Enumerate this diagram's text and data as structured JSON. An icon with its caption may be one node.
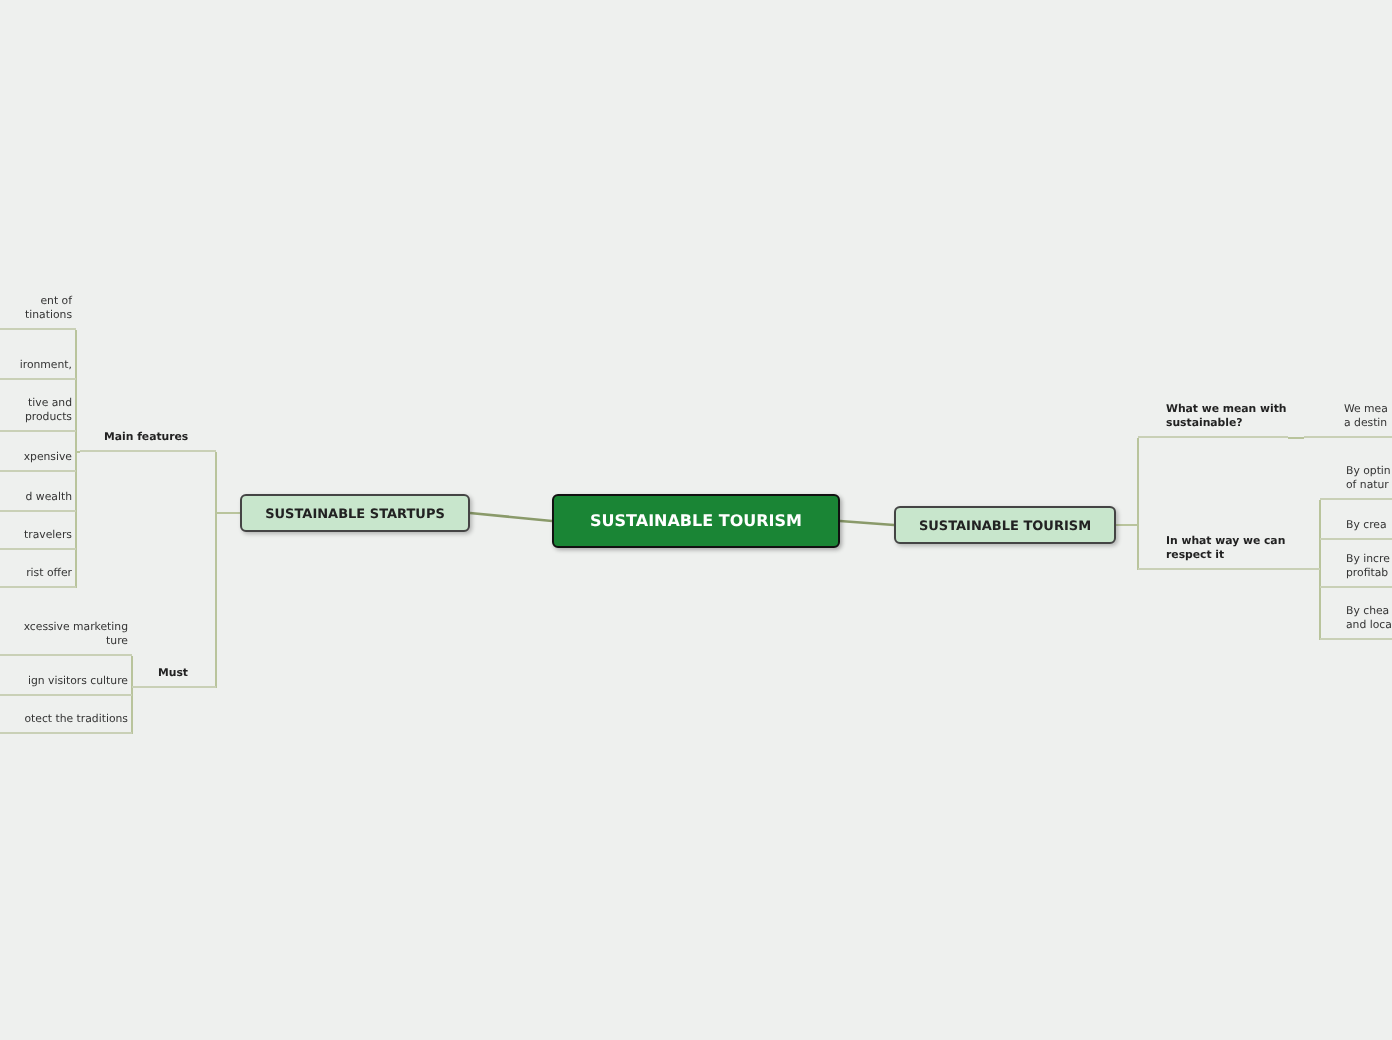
{
  "diagram": {
    "nodes": [
      {
        "text": [
          "SUSTAINABLE TOURISM"
        ]
      },
      {
        "text": [
          "SUSTAINABLE STARTUPS"
        ]
      },
      {
        "text": [
          "Main features"
        ]
      },
      {
        "text": [
          "ent of tinations"
        ]
      },
      {
        "text": [
          "ironment,"
        ]
      },
      {
        "text": [
          "tive and products"
        ]
      },
      {
        "text": [
          "xpensive"
        ]
      },
      {
        "text": [
          "d wealth"
        ]
      },
      {
        "text": [
          "travelers"
        ]
      },
      {
        "text": [
          "rist offer"
        ]
      },
      {
        "text": [
          "Must"
        ]
      },
      {
        "text": [
          "xcessive marketing ture"
        ]
      },
      {
        "text": [
          "ign visitors culture"
        ]
      },
      {
        "text": [
          "otect the traditions"
        ]
      },
      {
        "text": [
          "SUSTAINABLE TOURISM"
        ]
      },
      {
        "text": [
          "What we mean with sustainable?"
        ]
      },
      {
        "text": [
          "We mea a destin"
        ]
      },
      {
        "text": [
          "In what way we can respect it"
        ]
      },
      {
        "text": [
          "By optin of natur"
        ]
      },
      {
        "text": [
          "By crea"
        ]
      },
      {
        "text": [
          "By incre profitab"
        ]
      },
      {
        "text": [
          "By chea and loca"
        ]
      }
    ],
    "edges": [
      {
        "from": 0,
        "to": 1,
        "arrow": "none"
      },
      {
        "from": 0,
        "to": 14,
        "arrow": "none"
      },
      {
        "from": 1,
        "to": 2,
        "arrow": "none"
      },
      {
        "from": 1,
        "to": 10,
        "arrow": "none"
      },
      {
        "from": 2,
        "to": 3,
        "arrow": "none"
      },
      {
        "from": 2,
        "to": 4,
        "arrow": "none"
      },
      {
        "from": 2,
        "to": 5,
        "arrow": "none"
      },
      {
        "from": 2,
        "to": 6,
        "arrow": "none"
      },
      {
        "from": 2,
        "to": 7,
        "arrow": "none"
      },
      {
        "from": 2,
        "to": 8,
        "arrow": "none"
      },
      {
        "from": 2,
        "to": 9,
        "arrow": "none"
      },
      {
        "from": 10,
        "to": 11,
        "arrow": "none"
      },
      {
        "from": 10,
        "to": 12,
        "arrow": "none"
      },
      {
        "from": 10,
        "to": 13,
        "arrow": "none"
      },
      {
        "from": 14,
        "to": 15,
        "arrow": "none"
      },
      {
        "from": 14,
        "to": 17,
        "arrow": "none"
      },
      {
        "from": 15,
        "to": 16,
        "arrow": "none"
      },
      {
        "from": 17,
        "to": 18,
        "arrow": "none"
      },
      {
        "from": 17,
        "to": 19,
        "arrow": "none"
      },
      {
        "from": 17,
        "to": 20,
        "arrow": "none"
      },
      {
        "from": 17,
        "to": 21,
        "arrow": "none"
      }
    ]
  }
}
